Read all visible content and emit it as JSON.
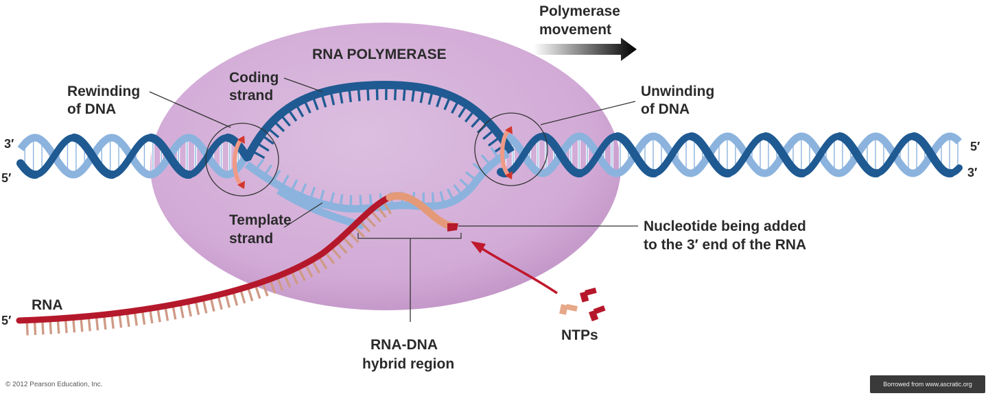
{
  "labels": {
    "movement_line1": "Polymerase",
    "movement_line2": "movement",
    "polymerase": "RNA POLYMERASE",
    "coding_line1": "Coding",
    "coding_line2": "strand",
    "rewinding_line1": "Rewinding",
    "rewinding_line2": "of DNA",
    "unwinding_line1": "Unwinding",
    "unwinding_line2": "of DNA",
    "template_line1": "Template",
    "template_line2": "strand",
    "nucleotide_line1": "Nucleotide being added",
    "nucleotide_line2": "to the 3′ end of the RNA",
    "rna": "RNA",
    "ntps": "NTPs",
    "hybrid_line1": "RNA-DNA",
    "hybrid_line2": "hybrid region"
  },
  "ends": {
    "left_top": "3′",
    "left_bottom": "5′",
    "right_top": "5′",
    "right_bottom": "3′",
    "rna_end": "5′"
  },
  "footer": {
    "copyright": "© 2012 Pearson Education, Inc.",
    "credit": "Borrowed from www.ascratic.org"
  },
  "colors": {
    "polymerase": "#d9b3dc",
    "dna_dark": "#1f5a92",
    "dna_light": "#8bb3de",
    "rna": "#b5182b",
    "rna_base": "#cf9a86",
    "ntp_light": "#e6a889"
  }
}
